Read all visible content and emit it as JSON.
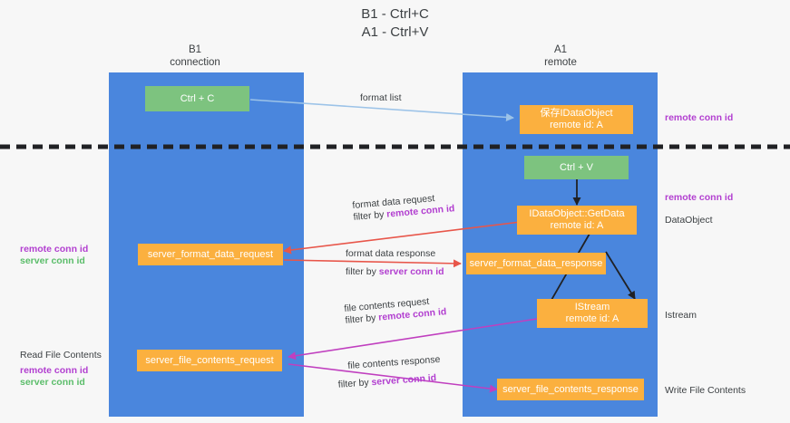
{
  "title": {
    "line1": "B1 - Ctrl+C",
    "line2": "A1 - Ctrl+V"
  },
  "columns": [
    {
      "name": "B1",
      "sub": "connection"
    },
    {
      "name": "A1",
      "sub": "remote"
    }
  ],
  "colors": {
    "lane": "#4a86dd",
    "green_node": "#7dc37f",
    "orange_node": "#fbb03f",
    "purple_text": "#b23fd0",
    "green_text": "#5bbd6a",
    "blue_arrow": "#9cc3e8",
    "red_arrow": "#e8564a",
    "magenta_arrow": "#c03fbf",
    "black_arrow": "#202124",
    "divider": "#202124"
  },
  "nodes": {
    "ctrl_c": {
      "l1": "Ctrl + C"
    },
    "save_idataobject": {
      "l1": "保存IDataObject",
      "l2": "remote id: A"
    },
    "ctrl_v": {
      "l1": "Ctrl + V"
    },
    "getdata": {
      "l1": "IDataObject::GetData",
      "l2": "remote id: A"
    },
    "server_format_data_request": {
      "l1": "server_format_data_request"
    },
    "server_format_data_response": {
      "l1": "server_format_data_response"
    },
    "istream": {
      "l1": "IStream",
      "l2": "remote id: A"
    },
    "server_file_contents_request": {
      "l1": "server_file_contents_request"
    },
    "server_file_contents_response": {
      "l1": "server_file_contents_response"
    }
  },
  "edges": {
    "format_list": {
      "l1": "format list"
    },
    "format_data_request": {
      "l1": "format data request",
      "l2_prefix": "filter by ",
      "l2_key": "remote conn id"
    },
    "format_data_response": {
      "l1": "format data response",
      "l2_prefix": "filter by ",
      "l2_key": "server conn id"
    },
    "file_contents_request": {
      "l1": "file contents request",
      "l2_prefix": "filter by ",
      "l2_key": "remote conn id"
    },
    "file_contents_response": {
      "l1": "file contents response",
      "l2_prefix": "filter by ",
      "l2_key": "server conn id"
    }
  },
  "side_labels": {
    "right_remote_conn_id_top": "remote conn id",
    "right_remote_conn_id_mid": "remote conn id",
    "right_dataobject": "DataObject",
    "right_istream": "Istream",
    "right_write_file_contents": "Write File Contents",
    "left_remote_conn_id": "remote conn id",
    "left_server_conn_id": "server conn id",
    "left_read_file_contents": "Read File Contents",
    "left_remote_conn_id_2": "remote conn id",
    "left_server_conn_id_2": "server conn id"
  }
}
